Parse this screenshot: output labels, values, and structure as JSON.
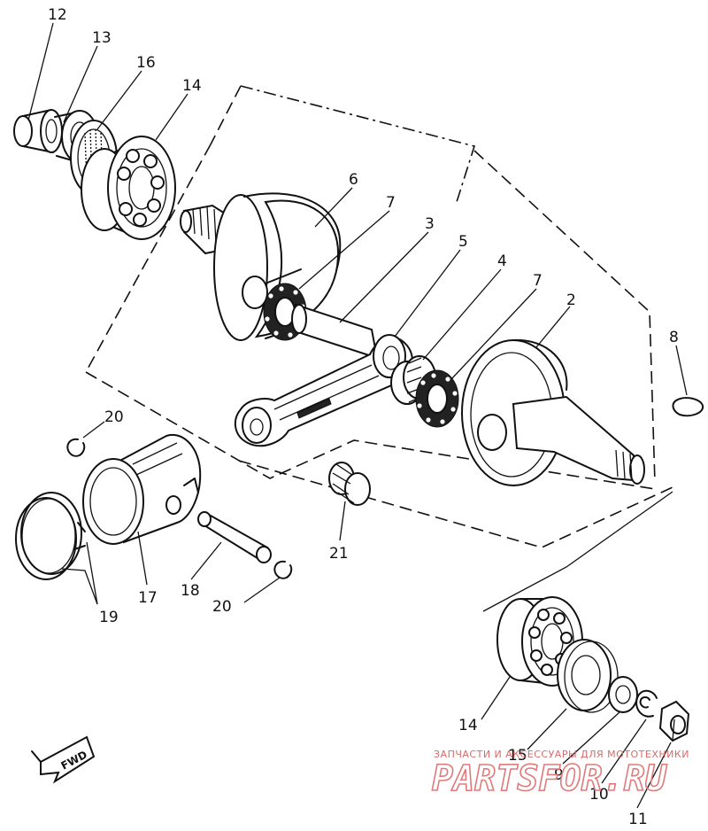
{
  "labels": {
    "l12": "12",
    "l13": "13",
    "l16": "16",
    "l14_top": "14",
    "l6": "6",
    "l7_top": "7",
    "l3": "3",
    "l5": "5",
    "l4": "4",
    "l7_mid": "7",
    "l2": "2",
    "l8": "8",
    "l20_top": "20",
    "l21": "21",
    "l17": "17",
    "l18": "18",
    "l20_bot": "20",
    "l19": "19",
    "l14_bot": "14",
    "l15": "15",
    "l9": "9",
    "l10": "10",
    "l11": "11"
  },
  "fwd_badge": "FWD",
  "watermark": {
    "tagline": "ЗАПЧАСТИ И АКСЕССУАРЫ ДЛЯ МОТОТЕХНИКИ",
    "brand": "PARTSFOR.RU"
  },
  "colors": {
    "line": "#111111",
    "background": "#ffffff",
    "watermark": "#e07a7a"
  }
}
